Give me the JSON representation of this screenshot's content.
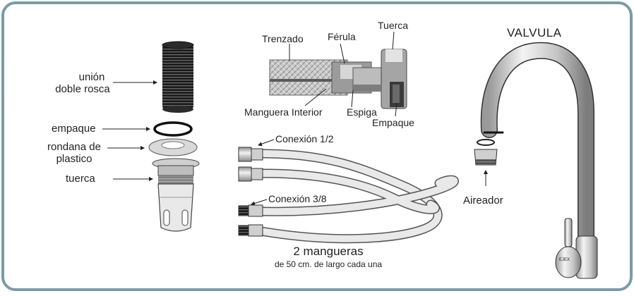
{
  "colors": {
    "frame": "#7b9aad",
    "ink": "#231f20",
    "metal_light": "#e6e6e6",
    "metal_mid": "#b3b3b3",
    "metal_dark": "#4d4d4d"
  },
  "drain_parts": {
    "union_label_line1": "unión",
    "union_label_line2": "doble rosca",
    "gasket_label": "empaque",
    "washer_label_line1": "rondana de",
    "washer_label_line2": "plastico",
    "nut_label": "tuerca"
  },
  "hose_detail": {
    "braid_label": "Trenzado",
    "ferrule_label": "Férula",
    "nut_label": "Tuerca",
    "inner_hose_label": "Manguera Interior",
    "spigot_label": "Espiga",
    "gasket_label": "Empaque"
  },
  "hoses": {
    "connection_half_label": "Conexión 1/2",
    "connection_3_8_label": "Conexión 3/8",
    "count_label": "2 mangueras",
    "length_label": "de 50 cm. de largo cada una"
  },
  "faucet": {
    "title": "VALVULA",
    "aerator_label": "Aireador",
    "brand_mark": "EJEX"
  }
}
